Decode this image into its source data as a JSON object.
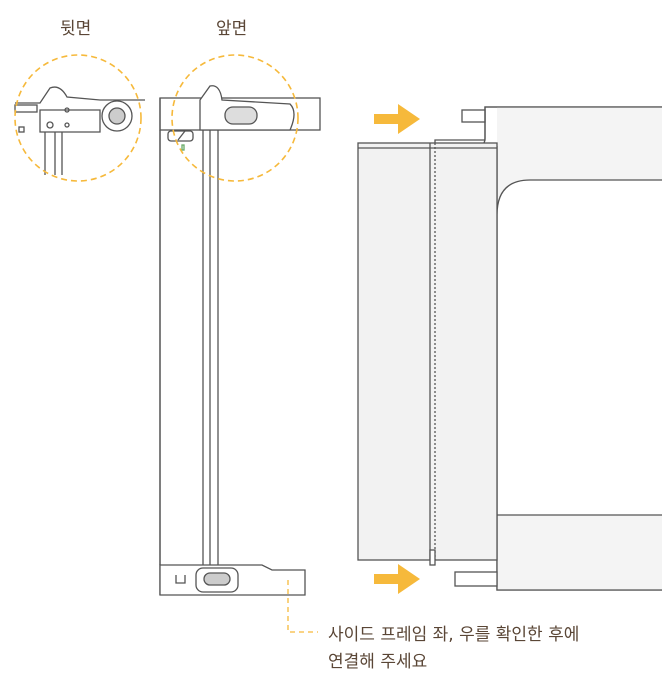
{
  "labels": {
    "back": "뒷면",
    "front": "앞면"
  },
  "caption": {
    "line1": "사이드 프레임 좌, 우를 확인한 후에",
    "line2": "연결해 주세요"
  },
  "colors": {
    "accent": "#f6b93b",
    "text": "#5a4636",
    "line": "#555555"
  }
}
